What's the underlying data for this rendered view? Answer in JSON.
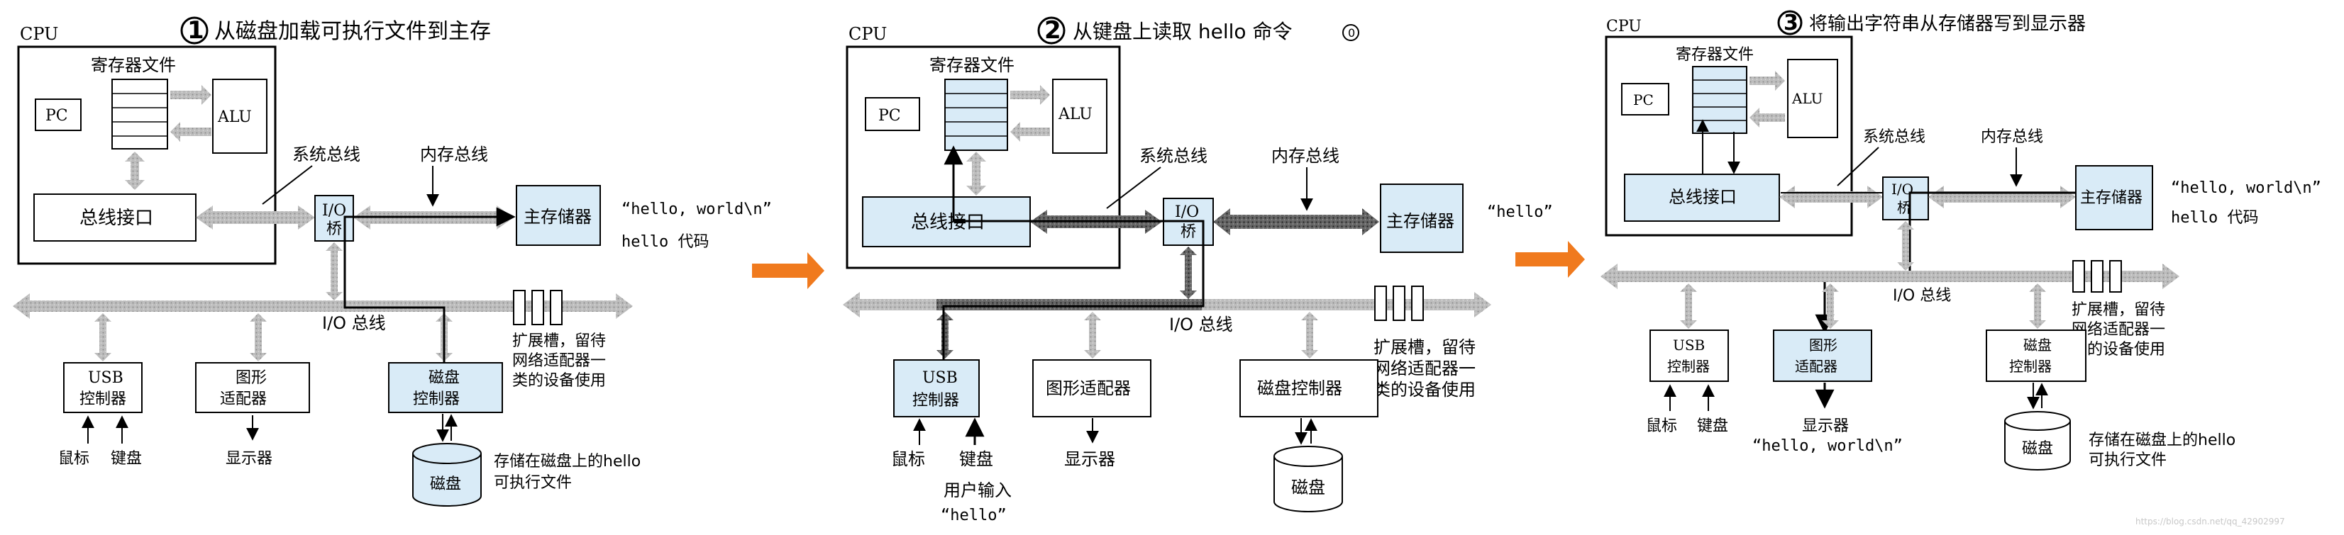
{
  "colors": {
    "box_fill": "#d9ebf7",
    "box_stroke": "#222222",
    "bus_gray": "#b9b9b9",
    "bus_dark": "#6f6f6f",
    "accent_arrow": "#f07a1e",
    "path_line": "#000000"
  },
  "separator_arrow_icon": "arrow-right-icon",
  "watermark": "https://blog.csdn.net/qq_42902997",
  "panels": [
    {
      "step_number": "1",
      "title": "从磁盘加载可执行文件到主存",
      "cpu_label": "CPU",
      "regfile_label": "寄存器文件",
      "pc": "PC",
      "alu": "ALU",
      "bus_interface": "总线接口",
      "system_bus": "系统总线",
      "memory_bus": "内存总线",
      "io_bridge_l1": "I/O",
      "io_bridge_l2": "桥",
      "main_memory": "主存储器",
      "memory_content_1": "“hello, world\\n”",
      "memory_content_2": "hello 代码",
      "io_bus": "I/O 总线",
      "usb_l1": "USB",
      "usb_l2": "控制器",
      "graphics_l1": "图形",
      "graphics_l2": "适配器",
      "disk_ctrl_l1": "磁盘",
      "disk_ctrl_l2": "控制器",
      "mouse": "鼠标",
      "keyboard": "键盘",
      "display": "显示器",
      "disk": "磁盘",
      "disk_note_1": "存储在磁盘上的hello",
      "disk_note_2": "可执行文件",
      "expansion_1": "扩展槽，留待",
      "expansion_2": "网络适配器一",
      "expansion_3": "类的设备使用"
    },
    {
      "step_number": "2",
      "title": "从键盘上读取 hello 命令",
      "stray_mark": "0",
      "cpu_label": "CPU",
      "regfile_label": "寄存器文件",
      "pc": "PC",
      "alu": "ALU",
      "bus_interface": "总线接口",
      "system_bus": "系统总线",
      "memory_bus": "内存总线",
      "io_bridge_l1": "I/O",
      "io_bridge_l2": "桥",
      "main_memory": "主存储器",
      "memory_content": "“hello”",
      "io_bus": "I/O 总线",
      "usb_l1": "USB",
      "usb_l2": "控制器",
      "graphics": "图形适配器",
      "disk_controller": "磁盘控制器",
      "mouse": "鼠标",
      "keyboard": "键盘",
      "display": "显示器",
      "disk": "磁盘",
      "user_input_1": "用户输入",
      "user_input_2": "“hello”",
      "expansion_1": "扩展槽，留待",
      "expansion_2": "网络适配器一",
      "expansion_3": "类的设备使用"
    },
    {
      "step_number": "3",
      "title": "将输出字符串从存储器写到显示器",
      "cpu_label": "CPU",
      "regfile_label": "寄存器文件",
      "pc": "PC",
      "alu": "ALU",
      "bus_interface": "总线接口",
      "system_bus": "系统总线",
      "memory_bus": "内存总线",
      "io_bridge_l1": "I/O",
      "io_bridge_l2": "桥",
      "main_memory": "主存储器",
      "memory_content_1": "“hello, world\\n”",
      "memory_content_2": "hello 代码",
      "io_bus": "I/O 总线",
      "usb_l1": "USB",
      "usb_l2": "控制器",
      "graphics_l1": "图形",
      "graphics_l2": "适配器",
      "disk_ctrl_l1": "磁盘",
      "disk_ctrl_l2": "控制器",
      "mouse": "鼠标",
      "keyboard": "键盘",
      "display": "显示器",
      "display_output": "“hello, world\\n”",
      "disk": "磁盘",
      "disk_note_1": "存储在磁盘上的hello",
      "disk_note_2": "可执行文件",
      "expansion_1": "扩展槽，留待",
      "expansion_2": "网络适配器一",
      "expansion_3": "类的设备使用"
    }
  ]
}
